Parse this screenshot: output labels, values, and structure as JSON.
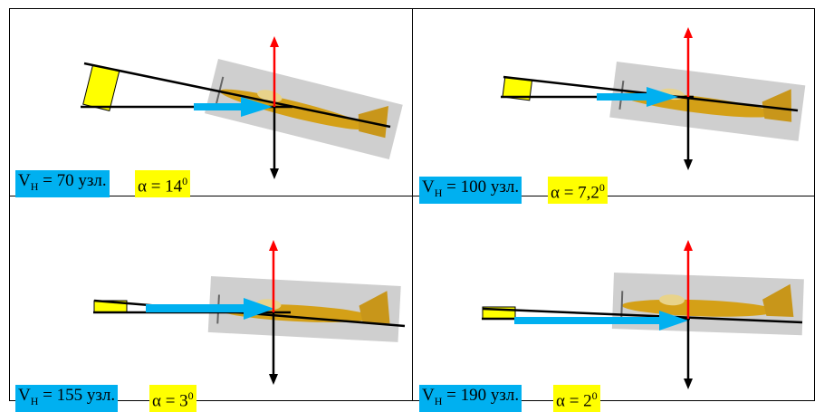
{
  "panels": [
    {
      "speed_prefix": "V",
      "speed_sub": "Н",
      "speed_text": " = 70 узл.",
      "alpha_text": "α = 14",
      "alpha_sup": "0",
      "angle": 14
    },
    {
      "speed_prefix": "V",
      "speed_sub": "Н",
      "speed_text": " = 100 узл.",
      "alpha_text": "α = 7,2",
      "alpha_sup": "0",
      "angle": 7.2
    },
    {
      "speed_prefix": "V",
      "speed_sub": "Н",
      "speed_text": " = 155 узл.",
      "alpha_text": "α = 3",
      "alpha_sup": "0",
      "angle": 3
    },
    {
      "speed_prefix": "V",
      "speed_sub": "Н",
      "speed_text": " = 190 узл.",
      "alpha_text": "α = 2",
      "alpha_sup": "0",
      "angle": 2
    }
  ],
  "colors": {
    "velocity_arrow": "#00b0f0",
    "lift_arrow": "#ff0000",
    "weight_arrow": "#000000",
    "angle_marker": "#ffff00",
    "aircraft": "#d4a017",
    "photo_backdrop": "#c8c8c8"
  }
}
